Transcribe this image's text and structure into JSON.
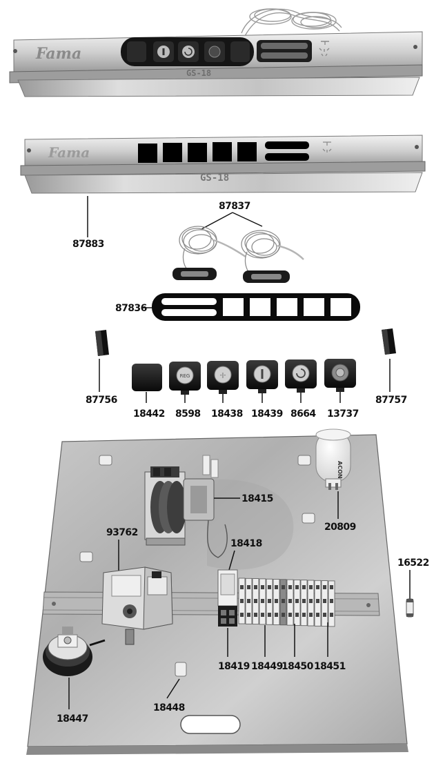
{
  "diagram": {
    "panel_brand": "Fama",
    "panel_model": "GS-18",
    "capacitor_text": "ACON",
    "parts": [
      {
        "id": "87883"
      },
      {
        "id": "87837"
      },
      {
        "id": "87836"
      },
      {
        "id": "87756"
      },
      {
        "id": "87757"
      },
      {
        "id": "18442"
      },
      {
        "id": "8598"
      },
      {
        "id": "18438"
      },
      {
        "id": "18439"
      },
      {
        "id": "8664"
      },
      {
        "id": "13737"
      },
      {
        "id": "18415"
      },
      {
        "id": "20809"
      },
      {
        "id": "93762"
      },
      {
        "id": "18418"
      },
      {
        "id": "16522"
      },
      {
        "id": "18419"
      },
      {
        "id": "18449"
      },
      {
        "id": "18450"
      },
      {
        "id": "18451"
      },
      {
        "id": "18447"
      },
      {
        "id": "18448"
      }
    ],
    "button_marks": {
      "reg": "REG",
      "fan": "-|-"
    }
  },
  "colors": {
    "steel_light": "#e4e4e4",
    "steel_mid": "#bdbdbd",
    "steel_dark": "#7a7a7a",
    "black": "#111111"
  }
}
